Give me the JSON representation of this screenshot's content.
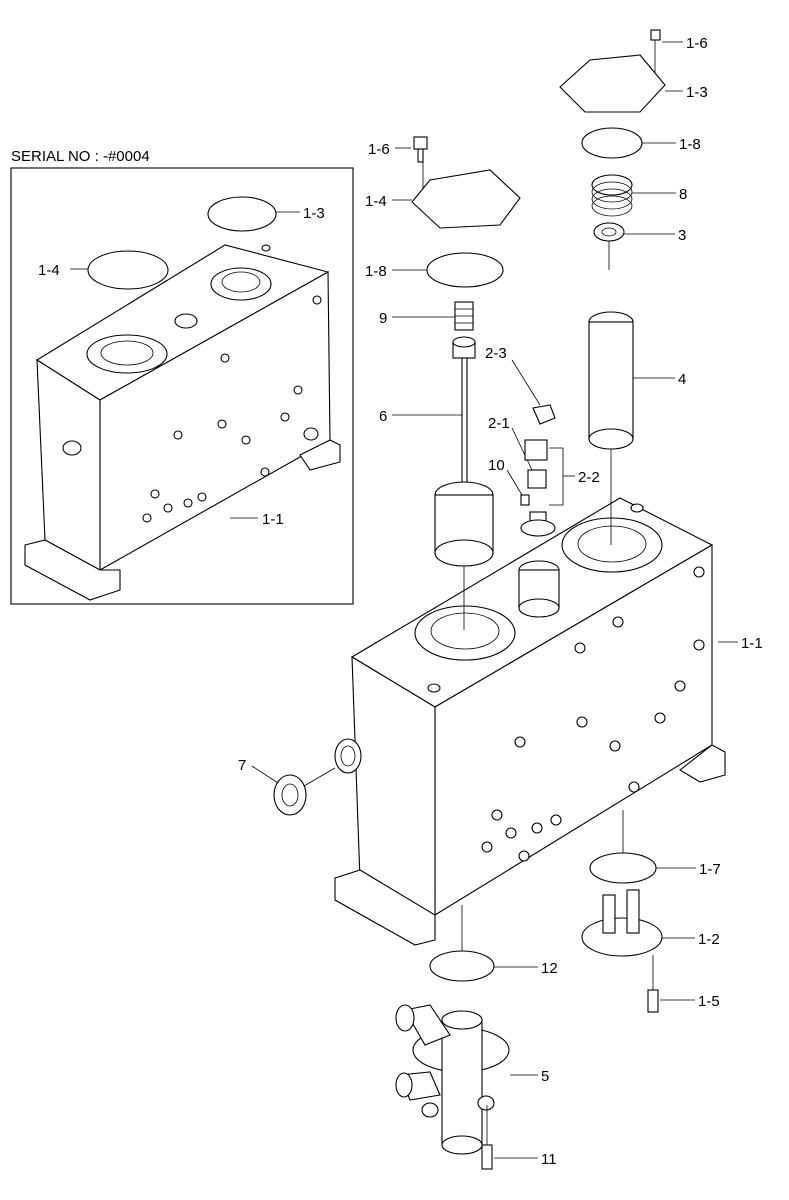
{
  "inset_title": "SERIAL NO : -#0004",
  "callouts": {
    "c_1_6_top": "1-6",
    "c_1_3_top": "1-3",
    "c_1_8_top": "1-8",
    "c_8": "8",
    "c_3": "3",
    "c_4": "4",
    "c_1_6_mid": "1-6",
    "c_1_4_mid": "1-4",
    "c_1_8_mid": "1-8",
    "c_9": "9",
    "c_2_3": "2-3",
    "c_6": "6",
    "c_2_1": "2-1",
    "c_10": "10",
    "c_2_2": "2-2",
    "c_1_1_main": "1-1",
    "c_7": "7",
    "c_1_7": "1-7",
    "c_1_2": "1-2",
    "c_12": "12",
    "c_1_5": "1-5",
    "c_5": "5",
    "c_11": "11",
    "c_1_3_inset": "1-3",
    "c_1_4_inset": "1-4",
    "c_1_1_inset": "1-1"
  }
}
